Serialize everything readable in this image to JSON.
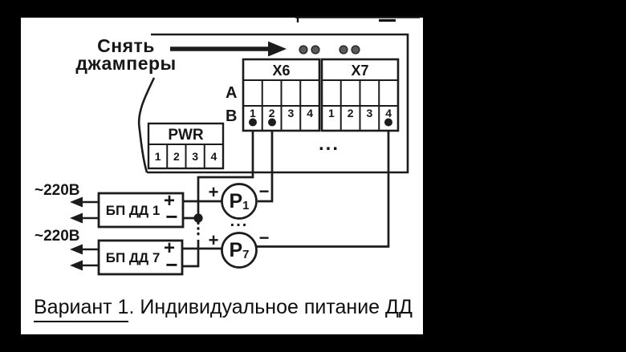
{
  "colors": {
    "background": "#000000",
    "panel": "#ffffff",
    "ink": "#1c1c1c",
    "jumper_dot_fill": "#5a5a5a",
    "jumper_dot_edge": "#2d2d2d"
  },
  "jumper_note": {
    "line1": "Снять",
    "line2": "джамперы"
  },
  "connector_block": {
    "x6_label": "X6",
    "x7_label": "X7",
    "row_a_label": "A",
    "row_b_label": "B",
    "x6_pins": [
      "1",
      "2",
      "3",
      "4"
    ],
    "x7_pins": [
      "1",
      "2",
      "3",
      "4"
    ],
    "ellipsis": "..."
  },
  "pwr_block": {
    "label": "PWR",
    "pins": [
      "1",
      "2",
      "3",
      "4"
    ]
  },
  "signs": {
    "plus": "+",
    "minus": "−"
  },
  "supplies": [
    {
      "name": "БП ДД 1",
      "voltage": "~220В"
    },
    {
      "name": "БП ДД 7",
      "voltage": "~220В"
    }
  ],
  "sensors": [
    {
      "letter": "Р",
      "sub": "1"
    },
    {
      "letter": "Р",
      "sub": "7"
    }
  ],
  "sensors_ellipsis": "...",
  "caption": {
    "underlined": "Вариант 1",
    "rest": ". Индивидуальное питание ДД"
  }
}
